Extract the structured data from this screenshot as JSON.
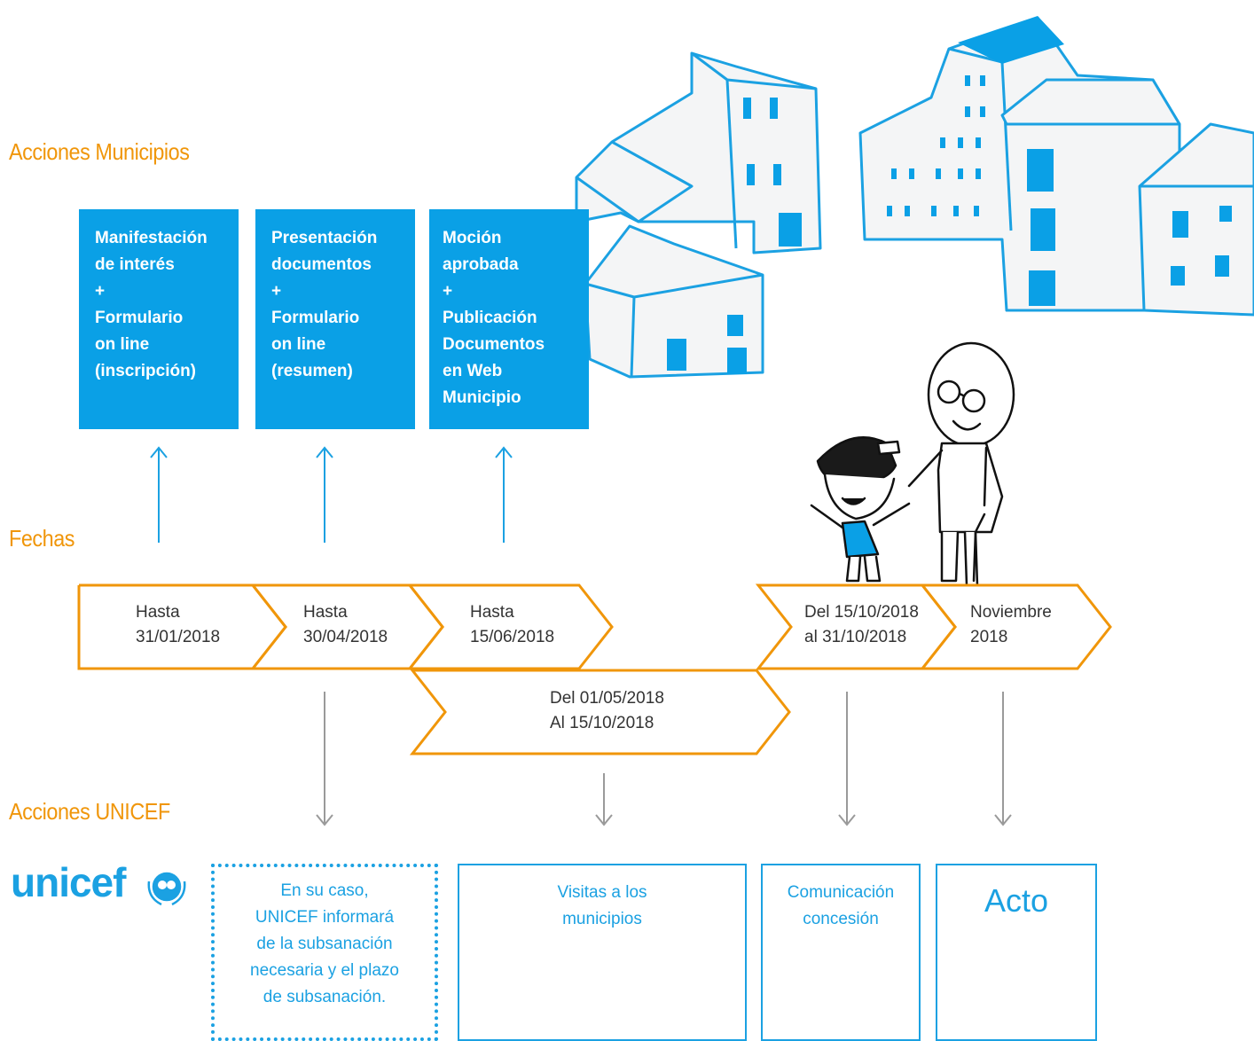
{
  "labels": {
    "municipios": "Acciones Municipios",
    "fechas": "Fechas",
    "unicef": "Acciones UNICEF"
  },
  "municipio_actions": [
    {
      "lines": [
        "Manifestación",
        "de interés",
        "+",
        "Formulario",
        "on line",
        "(inscripción)"
      ]
    },
    {
      "lines": [
        "Presentación",
        "documentos",
        "+",
        "Formulario",
        "on line",
        "(resumen)"
      ]
    },
    {
      "lines": [
        "Moción",
        "aprobada",
        "+",
        "Publicación",
        "Documentos",
        "en Web",
        "Municipio"
      ]
    }
  ],
  "dates": [
    {
      "lines": [
        "Hasta",
        "31/01/2018"
      ]
    },
    {
      "lines": [
        "Hasta",
        "30/04/2018"
      ]
    },
    {
      "lines": [
        "Hasta",
        "15/06/2018"
      ]
    },
    {
      "lines": [
        "Del 15/10/2018",
        "al 31/10/2018"
      ]
    },
    {
      "lines": [
        "Noviembre",
        "2018"
      ]
    },
    {
      "lines": [
        "Del 01/05/2018",
        "Al 15/10/2018"
      ]
    }
  ],
  "unicef_actions": [
    {
      "lines": [
        "En su caso,",
        "UNICEF informará",
        "de la subsanación",
        "necesaria y el plazo",
        "de subsanación."
      ]
    },
    {
      "lines": [
        "Visitas a los",
        "municipios"
      ]
    },
    {
      "lines": [
        "Comunicación",
        "concesión"
      ]
    },
    {
      "lines": [
        "Acto"
      ]
    }
  ],
  "logo": {
    "text": "unicef"
  },
  "colors": {
    "orange": "#f0960a",
    "blue_box": "#0aa0e6",
    "blue_line": "#1ba1e2",
    "gray_arrow": "#9a9a9a"
  }
}
